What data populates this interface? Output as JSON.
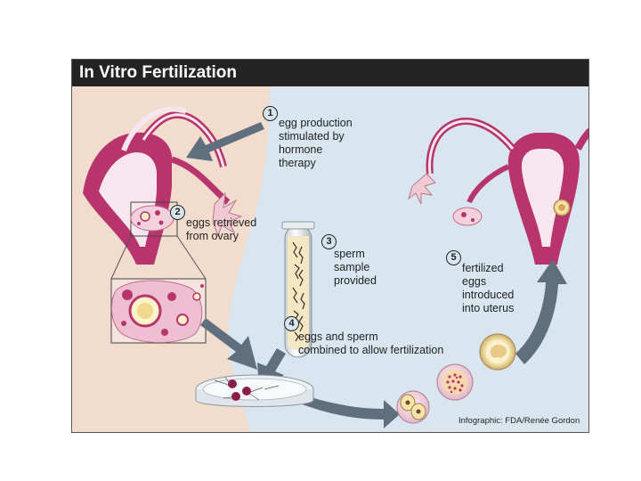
{
  "title": "In Vitro Fertilization",
  "steps": [
    {
      "number": "1",
      "text_lines": [
        "egg production",
        "stimulated by",
        "hormone",
        "therapy"
      ]
    },
    {
      "number": "2",
      "text_lines": [
        "eggs retrieved",
        "from ovary"
      ]
    },
    {
      "number": "3",
      "text_lines": [
        "sperm",
        "sample",
        "provided"
      ]
    },
    {
      "number": "4",
      "text_lines": [
        "eggs and sperm",
        "combined to allow fertilization"
      ]
    },
    {
      "number": "5",
      "text_lines": [
        "fertilized",
        "eggs",
        "introduced",
        "into uterus"
      ]
    }
  ],
  "credit": "Infographic: FDA/Renée Gordon",
  "colors": {
    "body_skin": "#f2dccd",
    "background": "#d9e6ef",
    "uterus": "#b7356c",
    "arrow": "#5f6f7e",
    "title_bar": "#232323"
  }
}
